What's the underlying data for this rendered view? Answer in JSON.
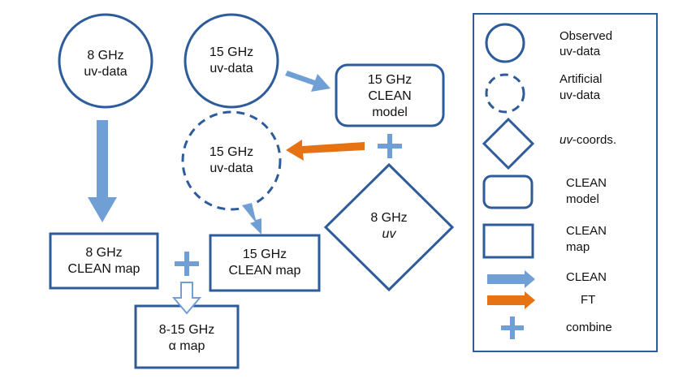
{
  "colors": {
    "outline": "#2e5c9a",
    "clean_arrow": "#6f9fd4",
    "ft_arrow": "#e57213",
    "plus": "#6f9fd4"
  },
  "nodes": {
    "uv8": [
      "8 GHz",
      "uv-data"
    ],
    "uv15": [
      "15 GHz",
      "uv-data"
    ],
    "model15": [
      "15 GHz",
      "CLEAN",
      "model"
    ],
    "art15": [
      "15 GHz",
      "uv-data"
    ],
    "uvcoords8": [
      "8 GHz",
      "uv"
    ],
    "map8": [
      "8 GHz",
      "CLEAN map"
    ],
    "map15": [
      "15 GHz",
      "CLEAN map"
    ],
    "alpha": [
      "8-15 GHz",
      "α map"
    ]
  },
  "legend": {
    "observed": [
      "Observed",
      "uv-data"
    ],
    "artificial": [
      "Artificial",
      "uv-data"
    ],
    "uvcoords_italic": "uv",
    "uvcoords_rest": "-coords.",
    "clean_model": [
      "CLEAN",
      "model"
    ],
    "clean_map": [
      "CLEAN",
      "map"
    ],
    "clean": "CLEAN",
    "ft": "FT",
    "combine": "combine"
  }
}
